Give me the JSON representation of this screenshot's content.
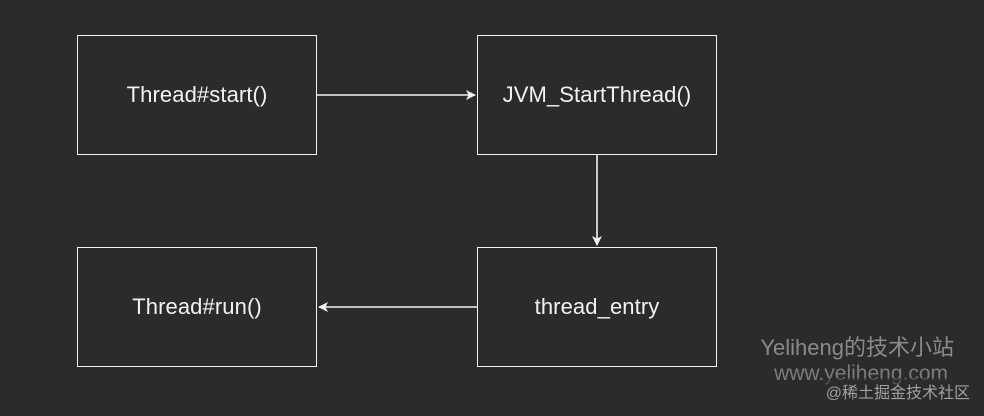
{
  "diagram": {
    "nodes": [
      {
        "id": "n1",
        "label": "Thread#start()"
      },
      {
        "id": "n2",
        "label": "JVM_StartThread()"
      },
      {
        "id": "n3",
        "label": "thread_entry"
      },
      {
        "id": "n4",
        "label": "Thread#run()"
      }
    ],
    "edges": [
      {
        "from": "n1",
        "to": "n2"
      },
      {
        "from": "n2",
        "to": "n3"
      },
      {
        "from": "n3",
        "to": "n4"
      }
    ],
    "colors": {
      "background": "#2b2b2b",
      "stroke": "#f2f2f2",
      "text": "#f2f2f2"
    }
  },
  "watermark": {
    "line1": "Yeliheng的技术小站",
    "line2": "www.yeliheng.com",
    "line3": "@稀土掘金技术社区"
  }
}
